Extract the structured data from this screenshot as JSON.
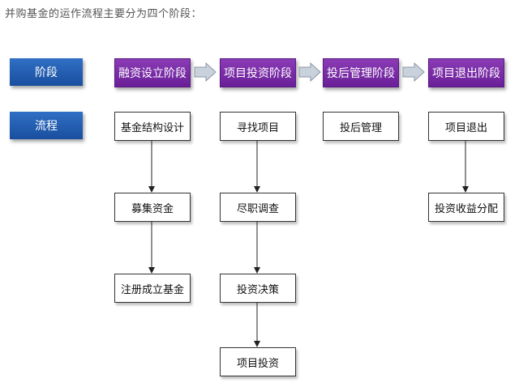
{
  "intro_text": "并购基金的运作流程主要分为四个阶段：",
  "row_labels": {
    "stage": "阶段",
    "process": "流程"
  },
  "stages": [
    {
      "name": "融资设立阶段",
      "steps": [
        "基金结构设计",
        "募集资金",
        "注册成立基金"
      ]
    },
    {
      "name": "项目投资阶段",
      "steps": [
        "寻找项目",
        "尽职调查",
        "投资决策",
        "项目投资"
      ]
    },
    {
      "name": "投后管理阶段",
      "steps": [
        "投后管理"
      ]
    },
    {
      "name": "项目退出阶段",
      "steps": [
        "项目退出",
        "投资收益分配"
      ]
    }
  ],
  "colors": {
    "label_blue": "#1f5aa8",
    "stage_purple": "#7a2aa8",
    "arrow_gray": "#9aa8b8"
  }
}
